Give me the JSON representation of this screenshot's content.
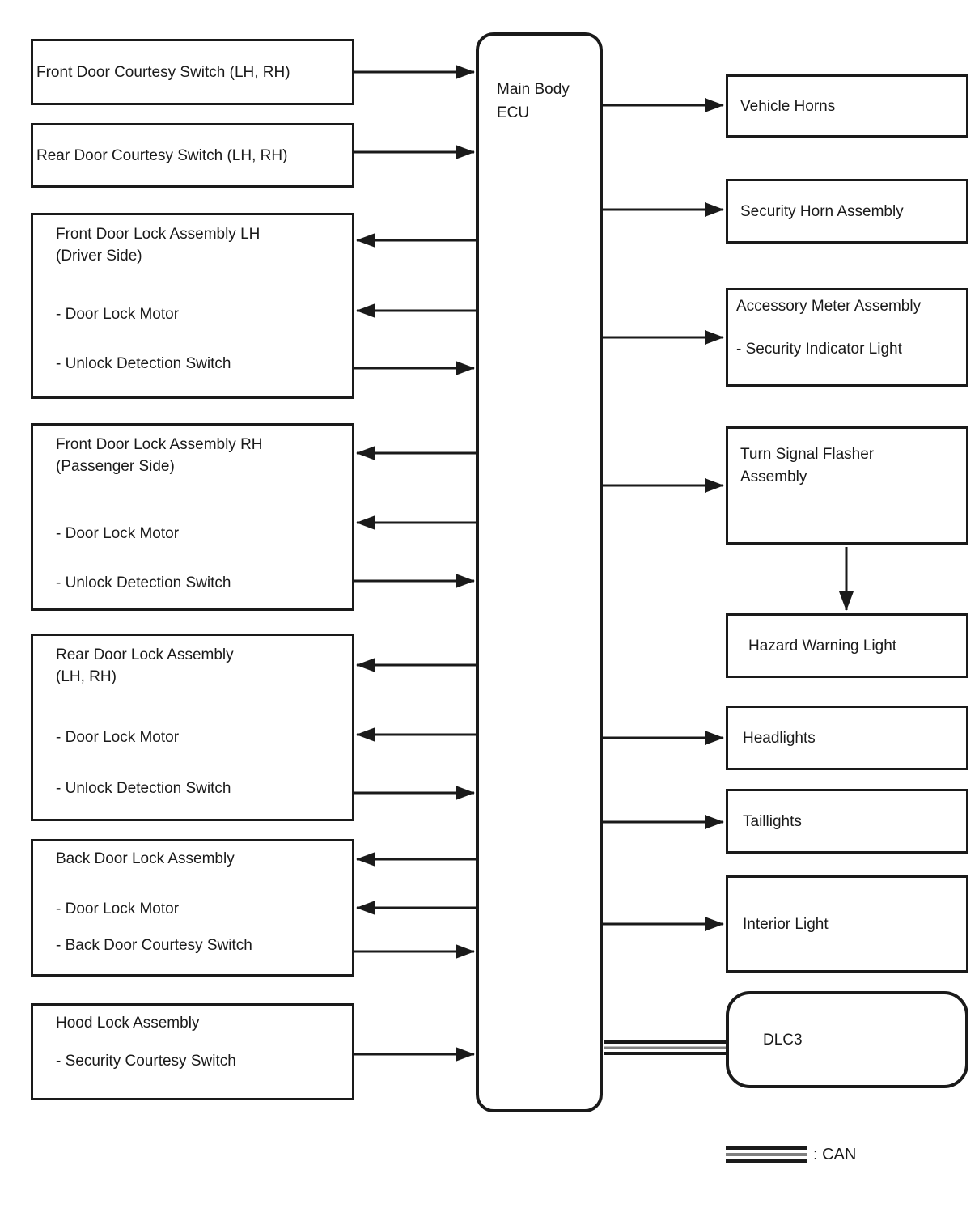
{
  "ecu": {
    "label_lines": [
      "Main Body",
      "ECU"
    ]
  },
  "left_boxes": [
    {
      "title_lines": [
        "Front Door Courtesy Switch (LH, RH)"
      ],
      "items": []
    },
    {
      "title_lines": [
        "Rear Door Courtesy Switch (LH, RH)"
      ],
      "items": []
    },
    {
      "title_lines": [
        "Front Door Lock Assembly LH",
        "(Driver Side)"
      ],
      "items": [
        "- Door Lock Motor",
        "- Unlock Detection Switch"
      ]
    },
    {
      "title_lines": [
        "Front Door Lock Assembly RH",
        "(Passenger Side)"
      ],
      "items": [
        "- Door Lock Motor",
        "- Unlock Detection Switch"
      ]
    },
    {
      "title_lines": [
        "Rear Door Lock Assembly",
        "(LH, RH)"
      ],
      "items": [
        "- Door Lock Motor",
        "- Unlock Detection Switch"
      ]
    },
    {
      "title_lines": [
        "Back Door Lock Assembly"
      ],
      "items": [
        "- Door Lock Motor",
        "- Back Door Courtesy Switch"
      ]
    },
    {
      "title_lines": [
        "Hood Lock Assembly"
      ],
      "items": [
        "- Security Courtesy Switch"
      ]
    }
  ],
  "right_boxes": [
    {
      "title_lines": [
        "Vehicle Horns"
      ],
      "items": []
    },
    {
      "title_lines": [
        "Security Horn Assembly"
      ],
      "items": []
    },
    {
      "title_lines": [
        "Accessory Meter Assembly"
      ],
      "items": [
        "- Security Indicator Light"
      ]
    },
    {
      "title_lines": [
        "Turn Signal Flasher",
        "Assembly"
      ],
      "items": []
    },
    {
      "title_lines": [
        "Hazard Warning Light"
      ],
      "items": []
    },
    {
      "title_lines": [
        "Headlights"
      ],
      "items": []
    },
    {
      "title_lines": [
        "Taillights"
      ],
      "items": []
    },
    {
      "title_lines": [
        "Interior Light"
      ],
      "items": []
    },
    {
      "title_lines": [
        "DLC3"
      ],
      "items": []
    }
  ],
  "legend": {
    "can_label": ": CAN"
  },
  "colors": {
    "ink": "#1a1a1a",
    "can_center_line": "#808080",
    "background": "#ffffff"
  }
}
